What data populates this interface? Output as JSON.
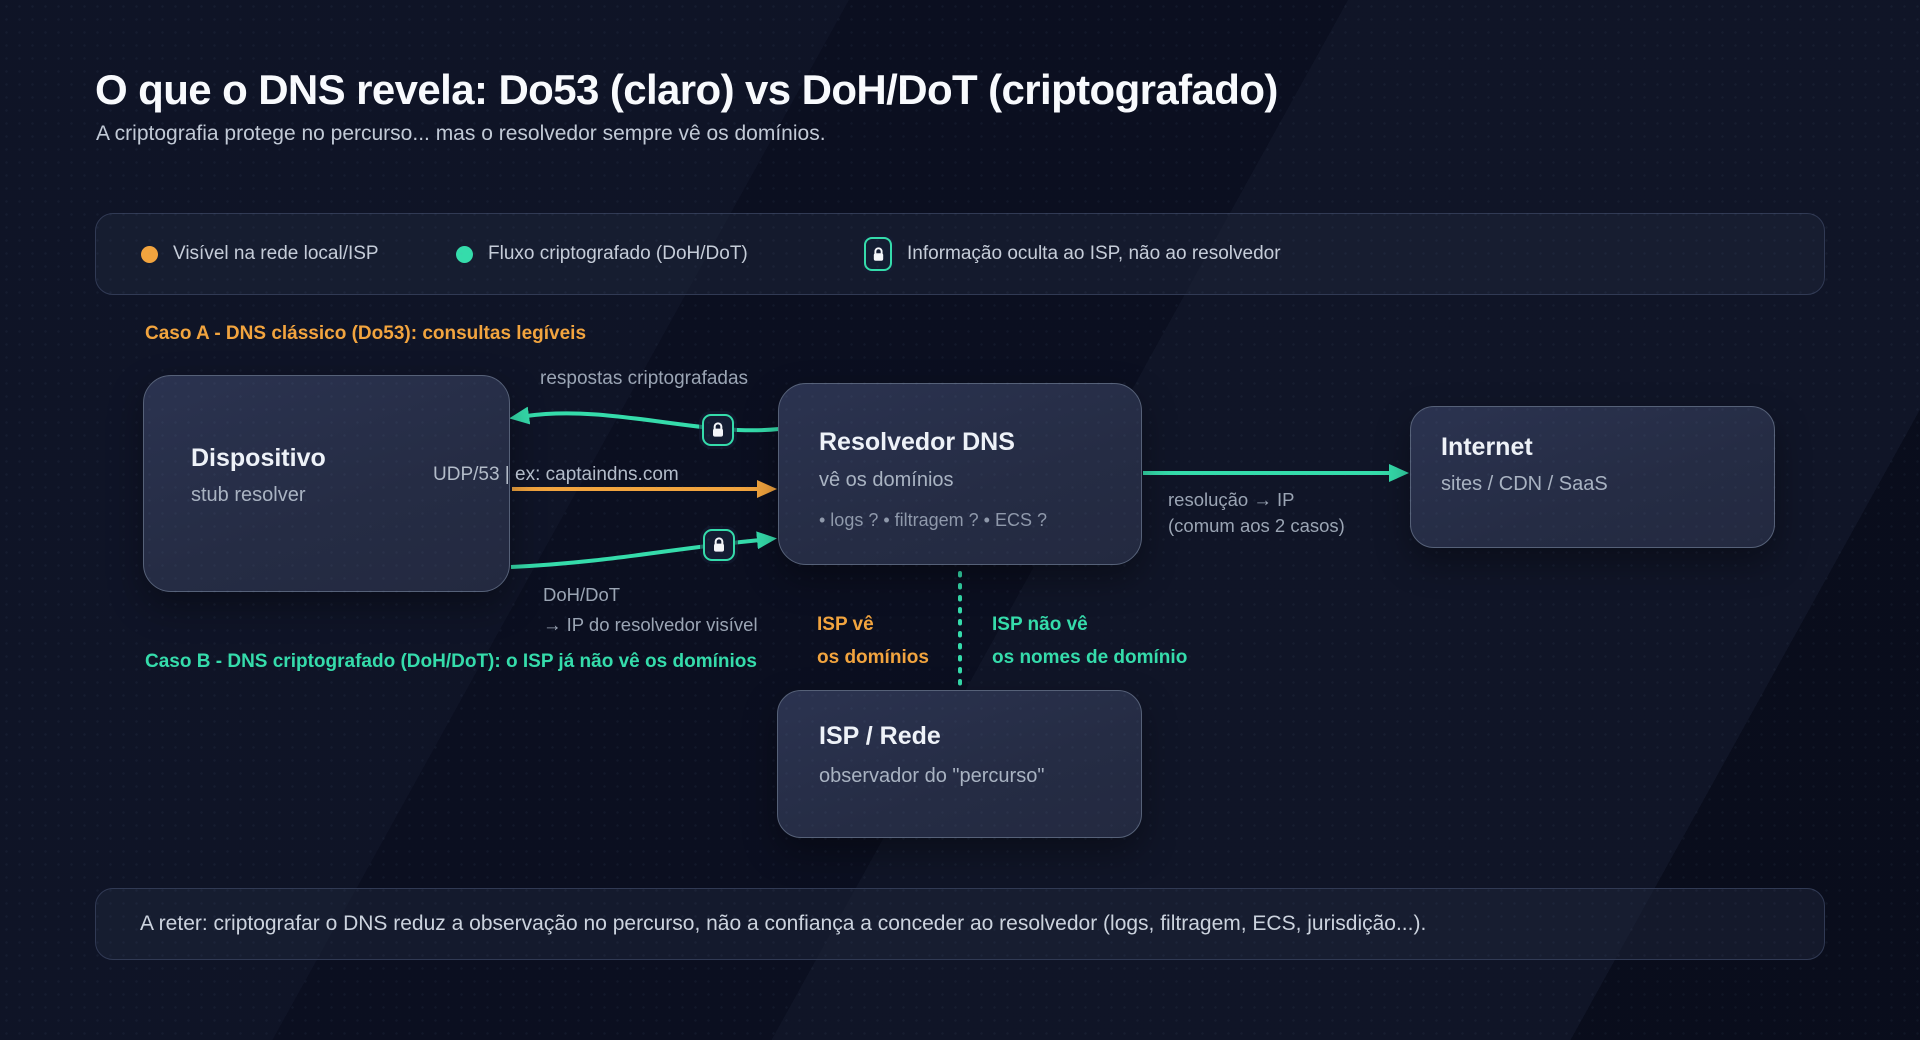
{
  "header": {
    "title": "O que o DNS revela: Do53 (claro) vs DoH/DoT (criptografado)",
    "subtitle": "A criptografia protege no percurso... mas o resolvedor sempre vê os domínios."
  },
  "legend": {
    "items": [
      {
        "marker": "orange-dot",
        "label": "Visível na rede local/ISP"
      },
      {
        "marker": "teal-dot",
        "label": "Fluxo criptografado (DoH/DoT)"
      },
      {
        "marker": "lock-icon",
        "label": "Informação oculta ao ISP, não ao resolvedor"
      }
    ]
  },
  "cases": {
    "case_a": "Caso A - DNS clássico (Do53): consultas legíveis",
    "case_b": "Caso B - DNS criptografado (DoH/DoT): o ISP já não vê os domínios"
  },
  "nodes": {
    "device": {
      "title": "Dispositivo",
      "subtitle": "stub resolver"
    },
    "resolver": {
      "title": "Resolvedor DNS",
      "subtitle": "vê os domínios",
      "details": "• logs ? • filtragem ? • ECS ?"
    },
    "internet": {
      "title": "Internet",
      "subtitle": "sites / CDN / SaaS"
    },
    "isp": {
      "title": "ISP / Rede",
      "subtitle": "observador do \"percurso\""
    }
  },
  "edges": {
    "responses_label": "respostas criptografadas",
    "do53_label": "UDP/53 | ex: captaindns.com",
    "doh_line1": "DoH/DoT",
    "doh_line2": "→ IP do resolvedor visível",
    "resolution_line1": "resolução → IP",
    "resolution_line2": "(comum aos 2 casos)",
    "isp_sees_line1": "ISP vê",
    "isp_sees_line2": "os domínios",
    "isp_not_line1": "ISP não vê",
    "isp_not_line2": "os nomes de domínio"
  },
  "note": "A reter: criptografar o DNS reduz a observação no percurso, não a confiança a conceder ao resolvedor (logs, filtragem, ECS, jurisdição...).",
  "colors": {
    "orange": "#f2a43e",
    "teal": "#35dcab"
  }
}
